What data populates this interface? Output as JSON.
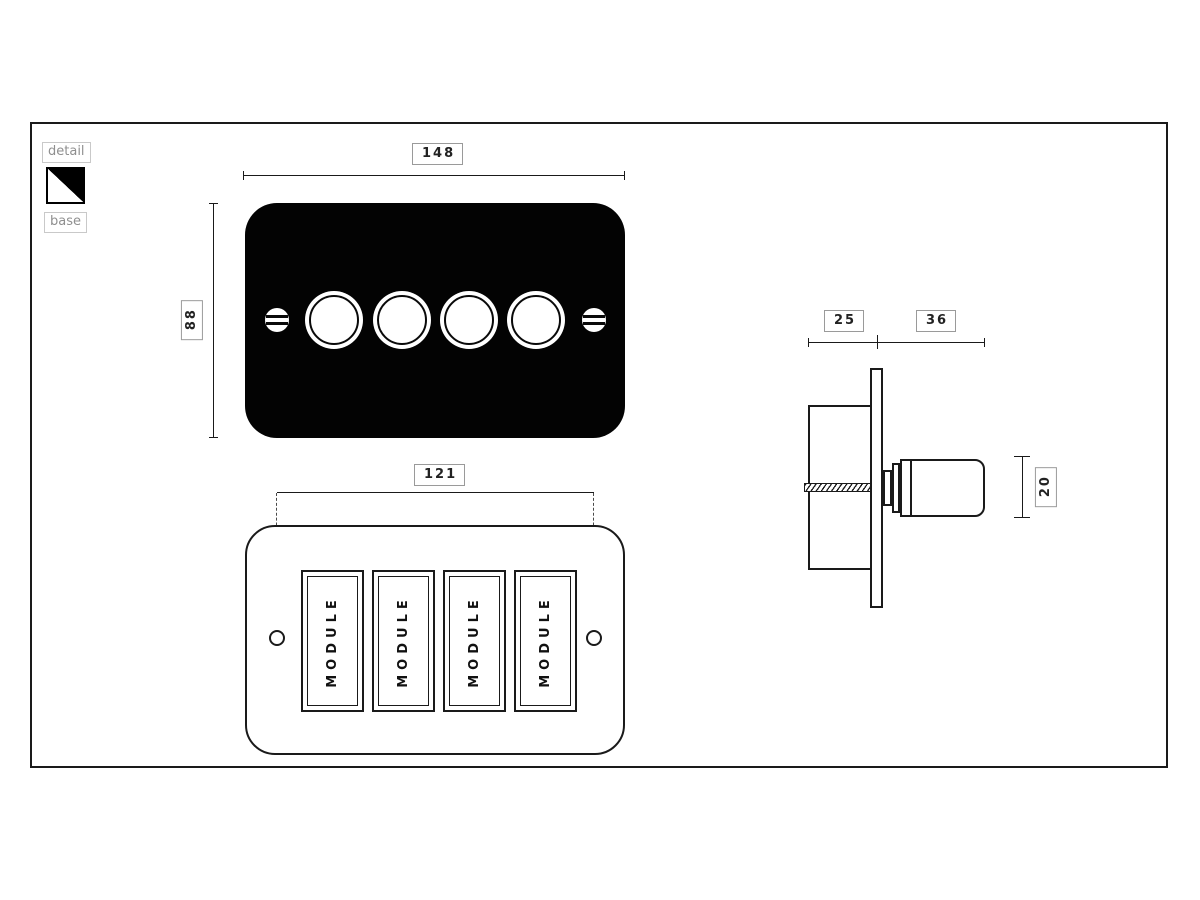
{
  "legend": {
    "detail_label": "detail",
    "base_label": "base"
  },
  "front_view": {
    "width_dim": "148",
    "height_dim": "88"
  },
  "back_view": {
    "width_dim": "121",
    "modules": [
      "MODULE",
      "MODULE",
      "MODULE",
      "MODULE"
    ]
  },
  "side_view": {
    "back_depth_dim": "25",
    "knob_depth_dim": "36",
    "knob_height_dim": "20"
  },
  "colors": {
    "line": "#1a1a1a",
    "plate_fill": "#030303",
    "dim_box_border": "#9a9a9a",
    "dim_text": "#222222",
    "label_text": "#8f8f8f"
  }
}
